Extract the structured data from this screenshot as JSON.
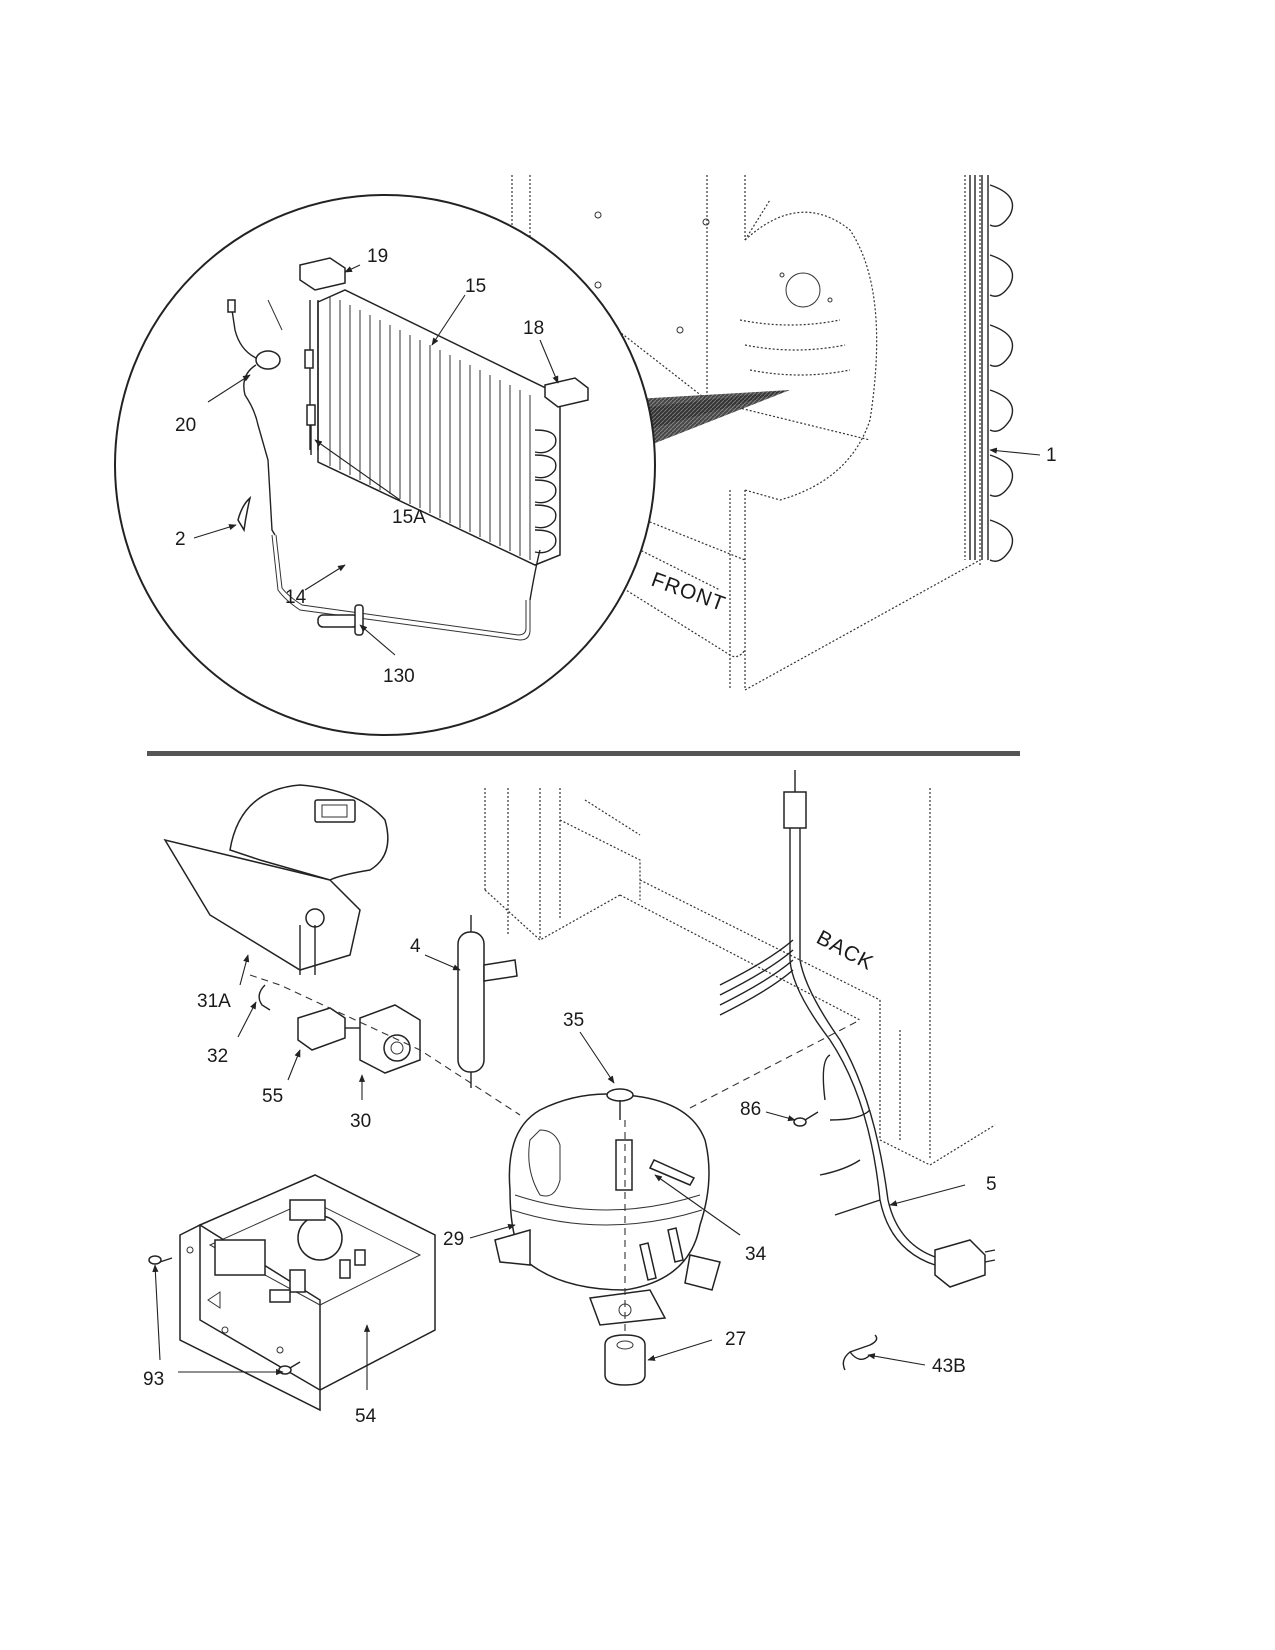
{
  "labels": {
    "p1": "1",
    "p2": "2",
    "p4": "4",
    "p5": "5",
    "p14": "14",
    "p15": "15",
    "p15a": "15A",
    "p18": "18",
    "p19": "19",
    "p20": "20",
    "p27": "27",
    "p29": "29",
    "p30": "30",
    "p31a": "31A",
    "p32": "32",
    "p34": "34",
    "p35": "35",
    "p43b": "43B",
    "p54": "54",
    "p55": "55",
    "p86": "86",
    "p93": "93",
    "p130": "130"
  },
  "text": {
    "front": "FRONT",
    "back": "BACK"
  }
}
